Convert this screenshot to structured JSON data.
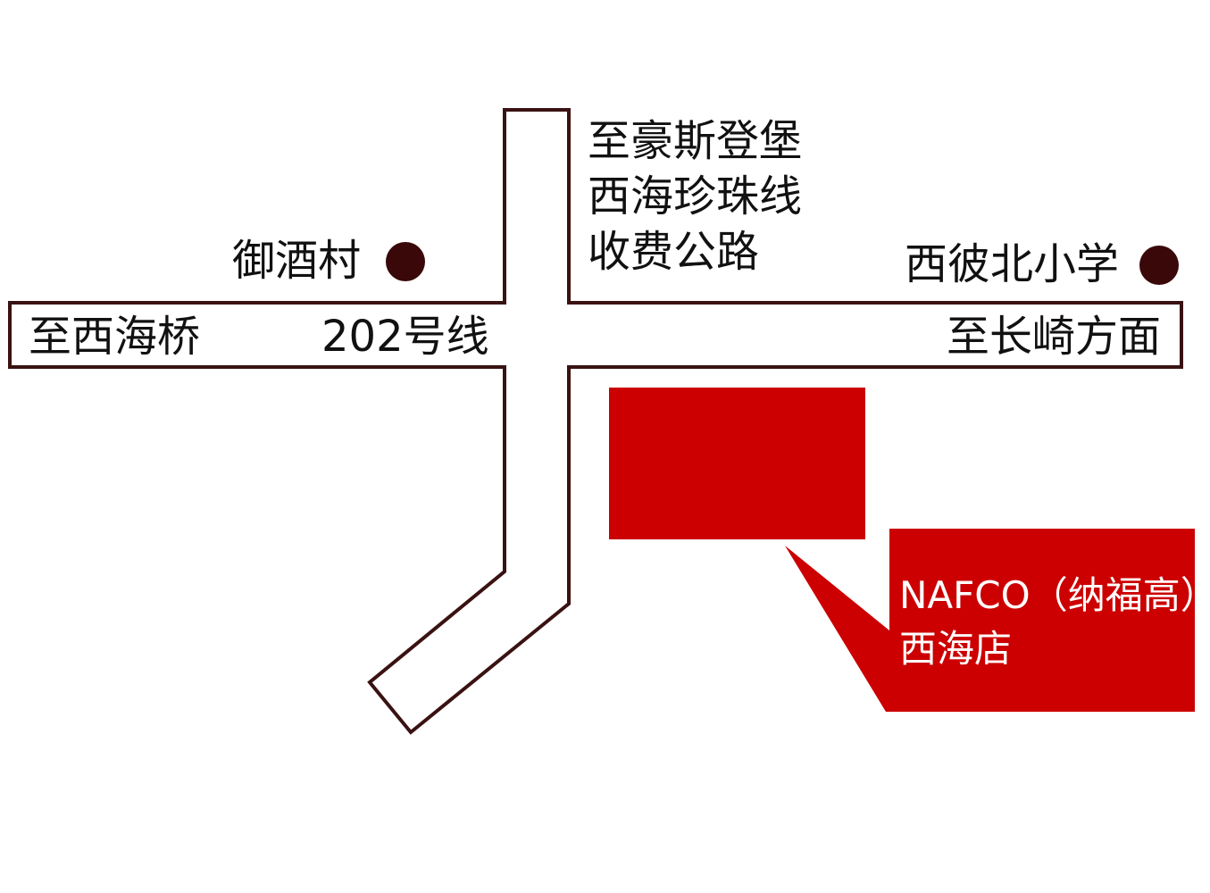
{
  "roads": {
    "west_destination": "至西海桥",
    "route_name": "202号线",
    "east_destination": "至长崎方面",
    "north_road_lines": [
      "至豪斯登堡",
      "西海珍珠线",
      "收费公路"
    ]
  },
  "landmarks": [
    {
      "name": "御酒村",
      "icon": "dot-marker"
    },
    {
      "name": "西彼北小学",
      "icon": "dot-marker"
    }
  ],
  "store": {
    "name_line": "NAFCO（纳福高）",
    "branch_line": "西海店"
  },
  "colors": {
    "road_outline": "#3a1212",
    "marker": "#3a0808",
    "store_red": "#cc0000",
    "text": "#111111",
    "background": "#ffffff"
  }
}
